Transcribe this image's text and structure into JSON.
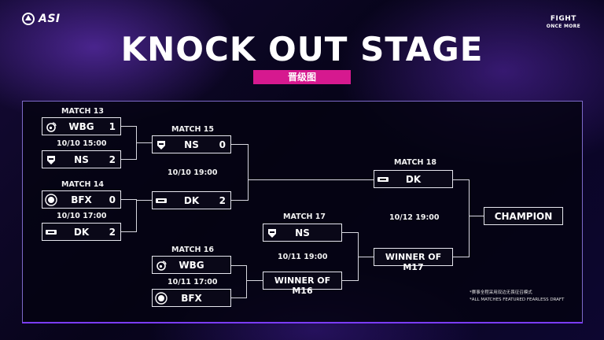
{
  "header": {
    "logo_text": "ASI",
    "slogan_line1": "FIGHT",
    "slogan_line2": "ONCE MORE",
    "title": "KNOCK OUT STAGE",
    "subtitle": "晋级图"
  },
  "matches": {
    "m13": {
      "label": "MATCH 13",
      "time": "10/10   15:00",
      "team1": {
        "name": "WBG",
        "score": "1",
        "icon": "weibo-icon"
      },
      "team2": {
        "name": "NS",
        "score": "2",
        "icon": "ns-shield-icon"
      }
    },
    "m14": {
      "label": "MATCH 14",
      "time": "10/10   17:00",
      "team1": {
        "name": "BFX",
        "score": "0",
        "icon": "bfx-crest-icon"
      },
      "team2": {
        "name": "DK",
        "score": "2",
        "icon": "dk-icon"
      }
    },
    "m15": {
      "label": "MATCH 15",
      "time": "10/10   19:00",
      "team1": {
        "name": "NS",
        "score": "0",
        "icon": "ns-shield-icon"
      },
      "team2": {
        "name": "DK",
        "score": "2",
        "icon": "dk-icon"
      }
    },
    "m16": {
      "label": "MATCH 16",
      "time": "10/11   17:00",
      "team1": {
        "name": "WBG",
        "icon": "weibo-icon"
      },
      "team2": {
        "name": "BFX",
        "icon": "bfx-crest-icon"
      }
    },
    "m17": {
      "label": "MATCH 17",
      "time": "10/11   19:00",
      "team1": {
        "name": "NS",
        "icon": "ns-shield-icon"
      },
      "team2": {
        "name": "WINNER OF M16"
      }
    },
    "m18": {
      "label": "MATCH 18",
      "time": "10/12   19:00",
      "team1": {
        "name": "DK",
        "icon": "dk-icon"
      },
      "team2": {
        "name": "WINNER OF M17"
      }
    }
  },
  "champion_label": "CHAMPION",
  "notes": {
    "cn": "*赛事全程采用双边无畏征召模式",
    "en": "*ALL MATCHES FEATURED FEARLESS DRAFT"
  },
  "colors": {
    "accent_pink": "#d6198f",
    "accent_purple": "#7b3cff"
  }
}
